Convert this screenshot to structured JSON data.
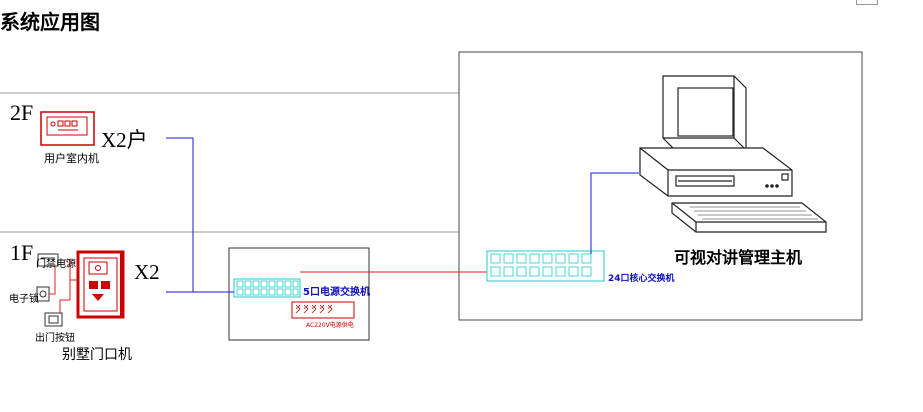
{
  "title": "系统应用图",
  "floors": {
    "second": "2F",
    "first": "1F"
  },
  "second_floor": {
    "indoor_unit_label": "用户室内机",
    "quantity": "X2户"
  },
  "first_floor": {
    "door_unit_label": "别墅门口机",
    "quantity": "X2",
    "door_power_label": "门禁电源",
    "electric_lock_label": "电子锁",
    "exit_button_label": "出门按钮"
  },
  "switch5": {
    "label": "5口电源交换机",
    "sub_label": "AC220V电源供电"
  },
  "switch24": {
    "label": "24口核心交换机"
  },
  "host": {
    "label": "可视对讲管理主机"
  },
  "colors": {
    "blue_wire": "#1a1adc",
    "red_wire": "#e02020",
    "cyan_ports": "#22cccc",
    "device_red": "#cc0000"
  }
}
